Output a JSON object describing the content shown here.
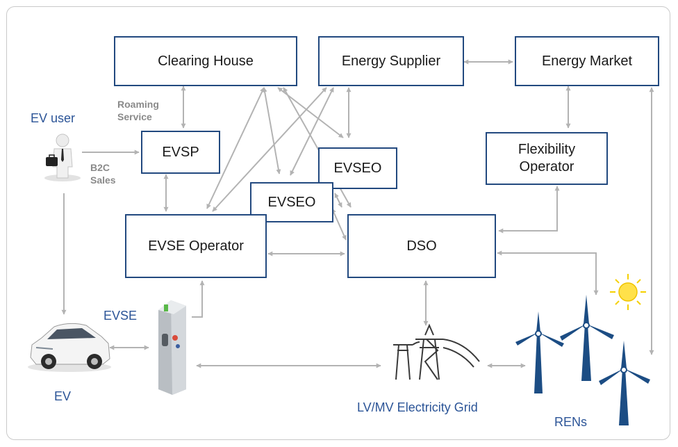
{
  "diagram": {
    "boxes": {
      "clearing_house": "Clearing House",
      "energy_supplier": "Energy Supplier",
      "energy_market": "Energy Market",
      "evsp": "EVSP",
      "evseo_upper": "EVSEO",
      "evseo_lower": "EVSEO",
      "flexibility_operator": "Flexibility\nOperator",
      "evse_operator": "EVSE Operator",
      "dso": "DSO"
    },
    "labels": {
      "ev_user": "EV user",
      "roaming_service": "Roaming\nService",
      "b2c_sales": "B2C\nSales",
      "evse": "EVSE",
      "ev": "EV",
      "grid": "LV/MV Electricity Grid",
      "rens": "RENs"
    },
    "colors": {
      "box_border": "#22497f",
      "label_blue": "#2b5497",
      "arrow_gray": "#b3b3b3",
      "label_gray": "#8a8a8a",
      "turbine_blue": "#1c4d84",
      "sun_yellow": "#f5d000"
    },
    "icons": [
      "business-person-icon",
      "electric-car-icon",
      "charging-station-icon",
      "power-pylon-icon",
      "wind-turbine-icon",
      "sun-icon"
    ]
  }
}
